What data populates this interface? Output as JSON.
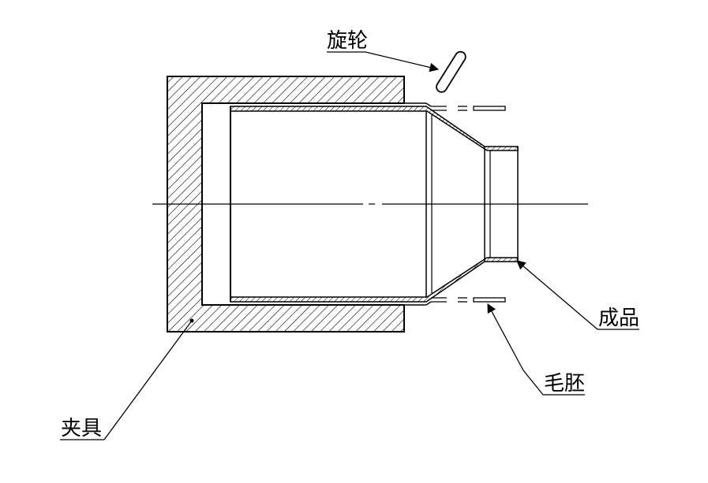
{
  "labels": {
    "spinning_wheel": "旋轮",
    "finished_product": "成品",
    "blank": "毛胚",
    "fixture": "夹具"
  }
}
